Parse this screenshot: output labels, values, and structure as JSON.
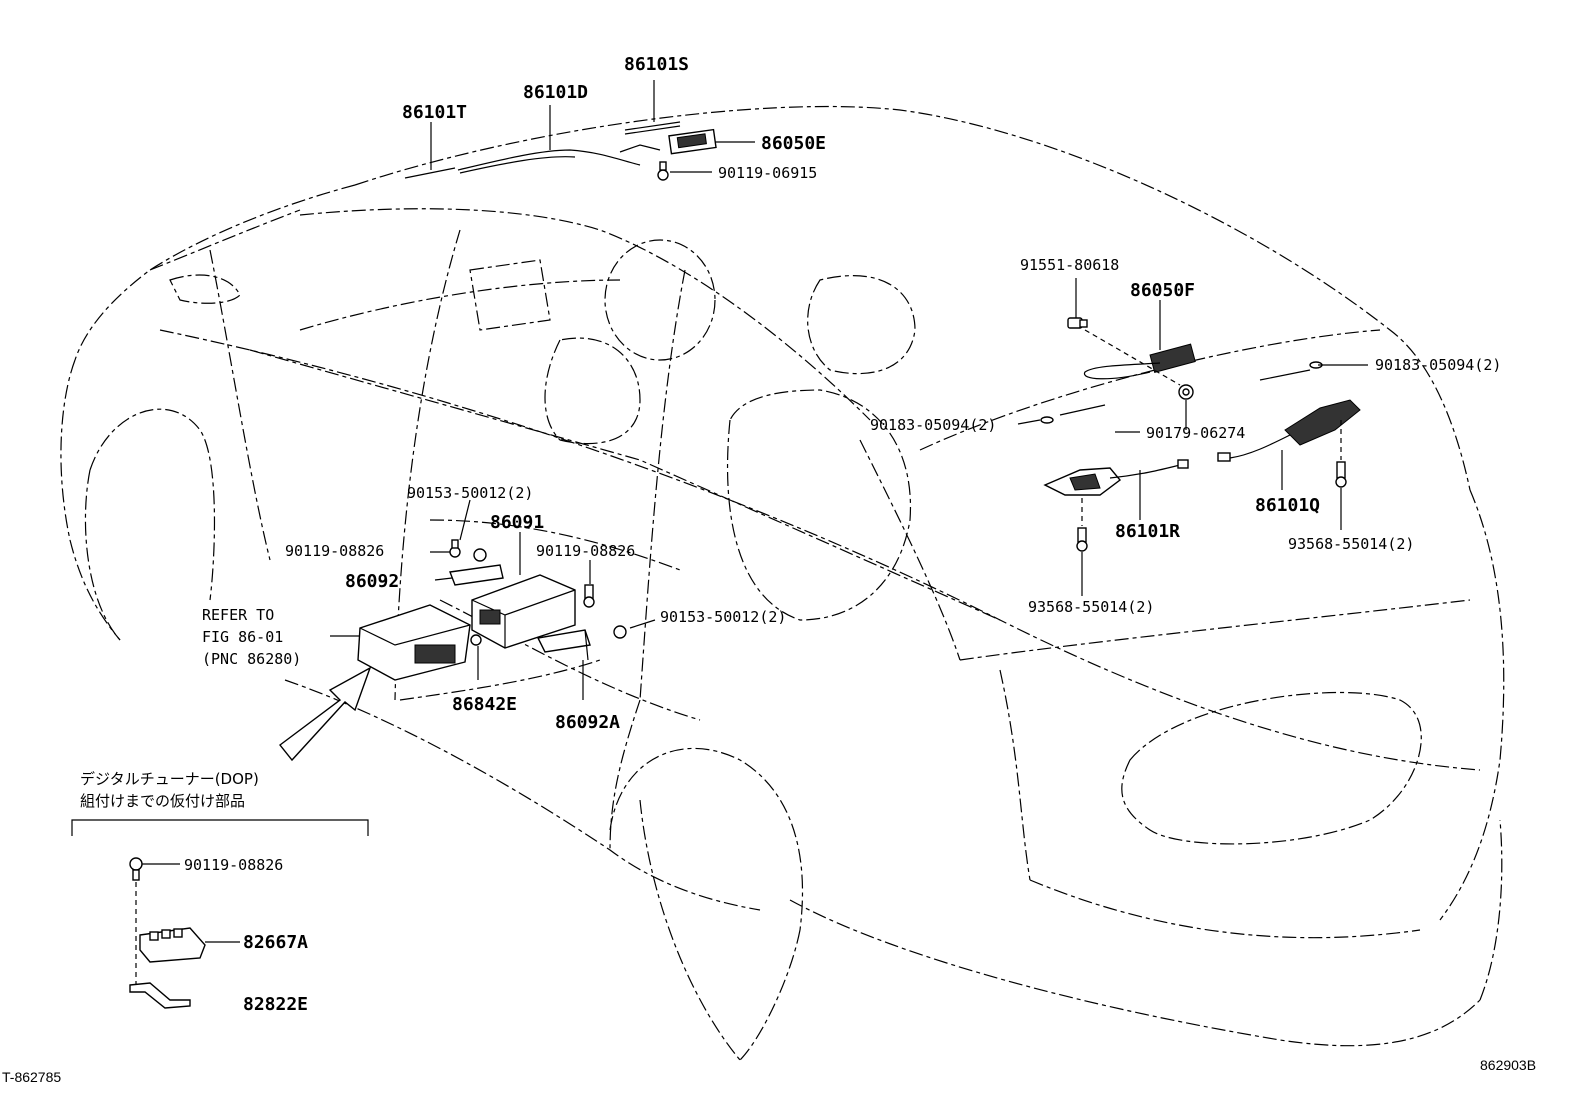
{
  "diagram": {
    "footer_left": "T-862785",
    "footer_right": "862903B",
    "callouts": {
      "p86101S": "86101S",
      "p86101D": "86101D",
      "p86101T": "86101T",
      "p86050E": "86050E",
      "p90119_06915": "90119-06915",
      "p91551_80618": "91551-80618",
      "p86050F": "86050F",
      "p90183_05094_right": "90183-05094(2)",
      "p90183_05094_left": "90183-05094(2)",
      "p90179_06274": "90179-06274",
      "p86101Q": "86101Q",
      "p86101R": "86101R",
      "p93568_55014_right": "93568-55014(2)",
      "p93568_55014_mid": "93568-55014(2)",
      "p90153_50012_top": "90153-50012(2)",
      "p86091": "86091",
      "p90119_08826_left": "90119-08826",
      "p90119_08826_mid": "90119-08826",
      "p86092": "86092",
      "p90153_50012_mid": "90153-50012(2)",
      "p86842E": "86842E",
      "p86092A": "86092A",
      "p90119_08826_inset": "90119-08826",
      "p82667A": "82667A",
      "p82822E": "82822E"
    },
    "refer": {
      "line1": "REFER TO",
      "line2": "FIG 86-01",
      "line3": "(PNC 86280)"
    },
    "inset_note": {
      "line1": "デジタルチューナー(DOP)",
      "line2": "組付けまでの仮付け部品"
    }
  }
}
